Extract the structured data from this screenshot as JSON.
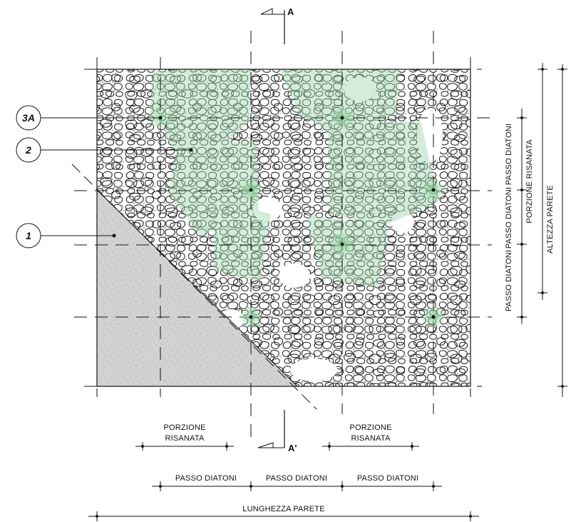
{
  "section_marks": {
    "top": "A",
    "bottom": "A'"
  },
  "callouts": {
    "c3a": "3A",
    "c2": "2",
    "c1": "1"
  },
  "dimensions": {
    "bottom_porzione_left_line1": "PORZIONE",
    "bottom_porzione_left_line2": "RISANATA",
    "bottom_porzione_right_line1": "PORZIONE",
    "bottom_porzione_right_line2": "RISANATA",
    "bottom_passo_1": "PASSO DIATONI",
    "bottom_passo_2": "PASSO DIATONI",
    "bottom_passo_3": "PASSO DIATONI",
    "bottom_total": "LUNGHEZZA PARETE",
    "right_passo_1": "PASSO DIATONI",
    "right_passo_2": "PASSO DIATONI",
    "right_passo_3": "PASSO DIATONI",
    "right_porzione": "PORZIONE RISANATA",
    "right_total": "ALTEZZA PARETE"
  },
  "colors": {
    "stone_stroke": "#1a1a1a",
    "treated_zone": "#9fd8ae",
    "anchor_fill": "#86cf97",
    "plaster_fill": "#d2d2d2",
    "line": "#111111"
  }
}
